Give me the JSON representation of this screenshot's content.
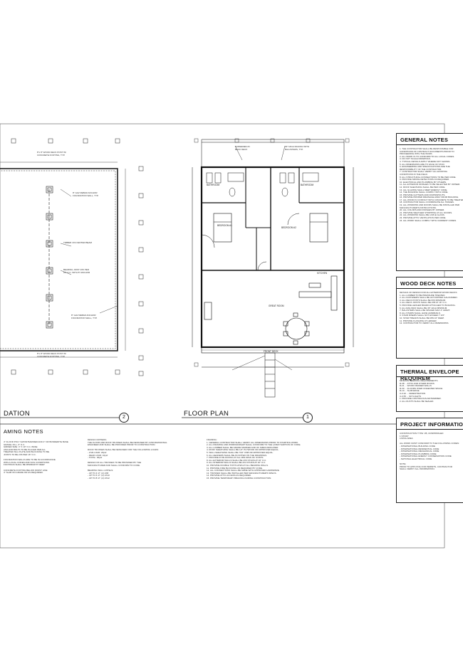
{
  "sheet": {
    "foundation_title": "DATION",
    "foundation_bubble": "2",
    "floor_plan_title": "FLOOR PLAN",
    "floor_plan_bubble": "1",
    "framing_notes_title": "AMING NOTES"
  },
  "panels": {
    "general_notes": "GENERAL NOTES",
    "wood_deck_notes": "WOOD DECK NOTES",
    "thermal_envelope": "THERMAL ENVELOPE REQUIREM",
    "project_information": "PROJECT INFORMATION"
  },
  "rooms": {
    "bathroom_1": "BATHROOM",
    "bathroom_2": "BATHROOM",
    "bedroom_1": "BEDROOM #1",
    "bedroom_2": "BEDROOM #2",
    "great_room": "GREAT ROOM",
    "kitchen": "KITCHEN",
    "front_deck": "FRONT DECK"
  }
}
